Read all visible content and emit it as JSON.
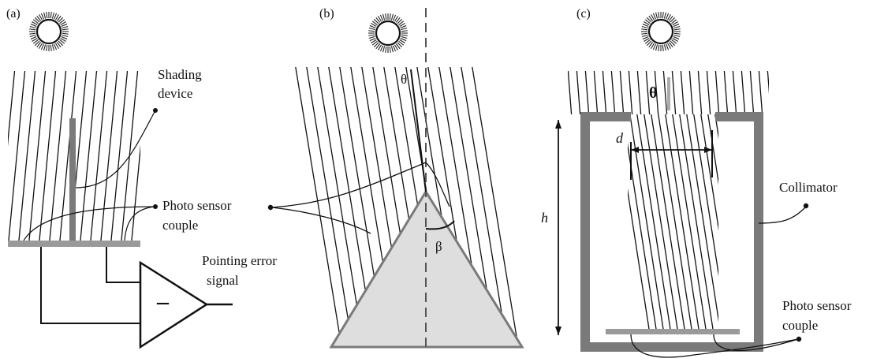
{
  "panels": [
    {
      "id": "a",
      "label": "(a)",
      "annotations": {
        "shading_device": [
          "Shading",
          "device"
        ],
        "photo_sensor": [
          "Photo sensor",
          "couple"
        ],
        "error_signal": [
          "Pointing error",
          "signal"
        ],
        "minus_sign": "–"
      }
    },
    {
      "id": "b",
      "label": "(b)",
      "annotations": {
        "theta": "θ",
        "beta": "β"
      }
    },
    {
      "id": "c",
      "label": "(c)",
      "annotations": {
        "theta": "θ",
        "d": "d",
        "h": "h",
        "collimator": "Collimator",
        "photo_sensor": [
          "Photo sensor",
          "couple"
        ]
      }
    }
  ],
  "colors": {
    "ink": "#111111",
    "gray_structure": "#7a7a7a",
    "prism_fill": "#dedede",
    "sensor_bar": "#9a9a9a"
  },
  "icons": [
    "sun-icon",
    "sun-icon",
    "sun-icon"
  ]
}
